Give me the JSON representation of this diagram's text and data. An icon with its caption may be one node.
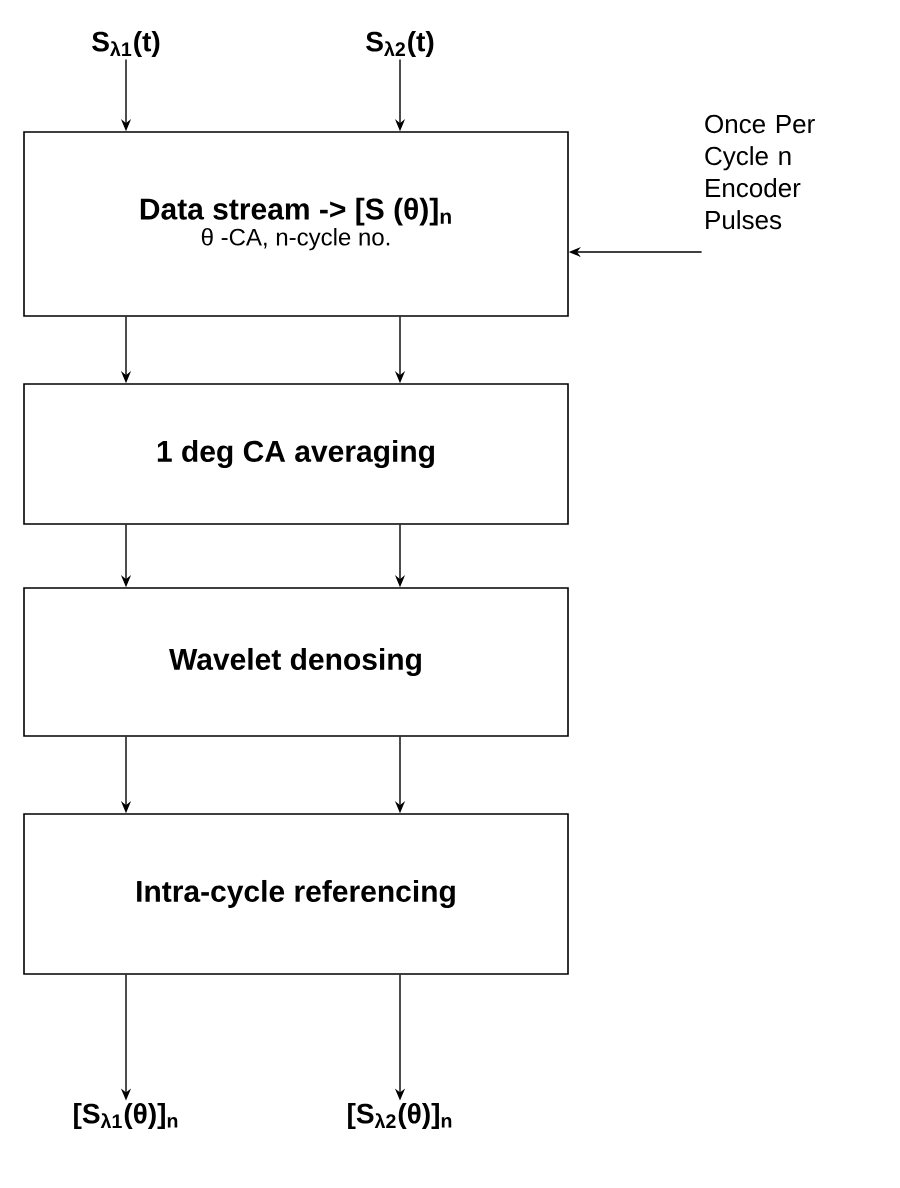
{
  "diagram": {
    "nodes": [
      {
        "text": [
          "S$_{λ1}$(t)"
        ]
      },
      {
        "text": [
          "S$_{λ2}$(t)"
        ]
      },
      {
        "text": [
          "Data stream -> [S (θ)]$_{n}$",
          "θ -CA, n-cycle no."
        ]
      },
      {
        "text": [
          "Once Per Cycle n Encoder Pulses"
        ]
      },
      {
        "text": [
          "1 deg CA averaging"
        ]
      },
      {
        "text": [
          "Wavelet denosing"
        ]
      },
      {
        "text": [
          "Intra-cycle referencing"
        ]
      },
      {
        "text": [
          "[S$_{λ1}$(θ)]$_{n}$"
        ]
      },
      {
        "text": [
          "[S$_{λ2}$(θ)]$_{n}$"
        ]
      }
    ],
    "edges": [
      {
        "from": 0,
        "to": 2,
        "arrow": "to"
      },
      {
        "from": 1,
        "to": 2,
        "arrow": "to"
      },
      {
        "from": 3,
        "to": 2,
        "arrow": "to"
      },
      {
        "from": 2,
        "to": 4,
        "arrow": "to"
      },
      {
        "from": 2,
        "to": 4,
        "arrow": "to"
      },
      {
        "from": 4,
        "to": 5,
        "arrow": "to"
      },
      {
        "from": 4,
        "to": 5,
        "arrow": "to"
      },
      {
        "from": 5,
        "to": 6,
        "arrow": "to"
      },
      {
        "from": 5,
        "to": 6,
        "arrow": "to"
      },
      {
        "from": 6,
        "to": 7,
        "arrow": "to"
      },
      {
        "from": 6,
        "to": 8,
        "arrow": "to"
      }
    ]
  }
}
